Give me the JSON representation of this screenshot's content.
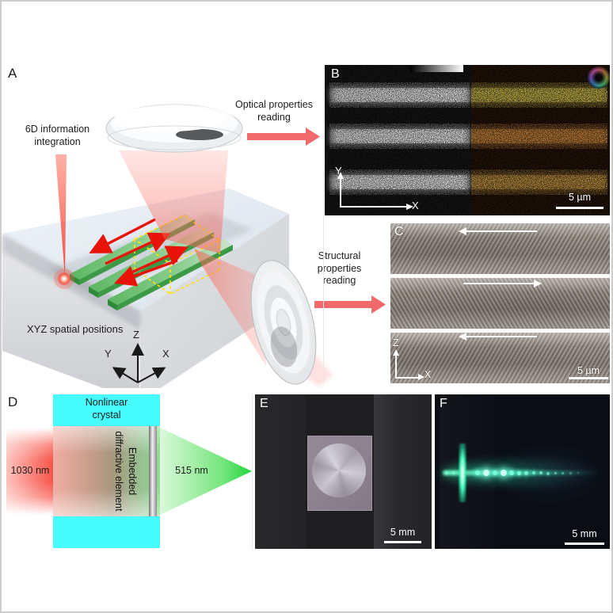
{
  "panelA": {
    "label": "A",
    "integration_text": "6D information\nintegration",
    "optical_reading_text": "Optical properties\nreading",
    "structural_reading_text": "Structural properties\nreading",
    "spatial_text": "XYZ spatial positions",
    "axis_x": "X",
    "axis_y": "Y",
    "axis_z": "Z"
  },
  "panelB": {
    "label": "B",
    "axis_x": "X",
    "axis_y": "Y",
    "scale_bar": "5 µm"
  },
  "panelC": {
    "label": "C",
    "axis_x": "X",
    "axis_z": "Z",
    "scale_bar": "5 µm"
  },
  "panelD": {
    "label": "D",
    "crystal_label": "Nonlinear\ncrystal",
    "element_label": "Embedded\ndiffractive element",
    "input_wavelength": "1030 nm",
    "output_wavelength": "515 nm"
  },
  "panelE": {
    "label": "E",
    "scale_bar": "5 mm"
  },
  "panelF": {
    "label": "F",
    "scale_bar": "5 mm"
  },
  "colors": {
    "accent_arrow": "#f2696b",
    "crystal_cyan": "#46fcfc",
    "stripe_green": "#55b85e",
    "laser_red": "#e81309",
    "dashed_yellow": "#ffe400"
  }
}
